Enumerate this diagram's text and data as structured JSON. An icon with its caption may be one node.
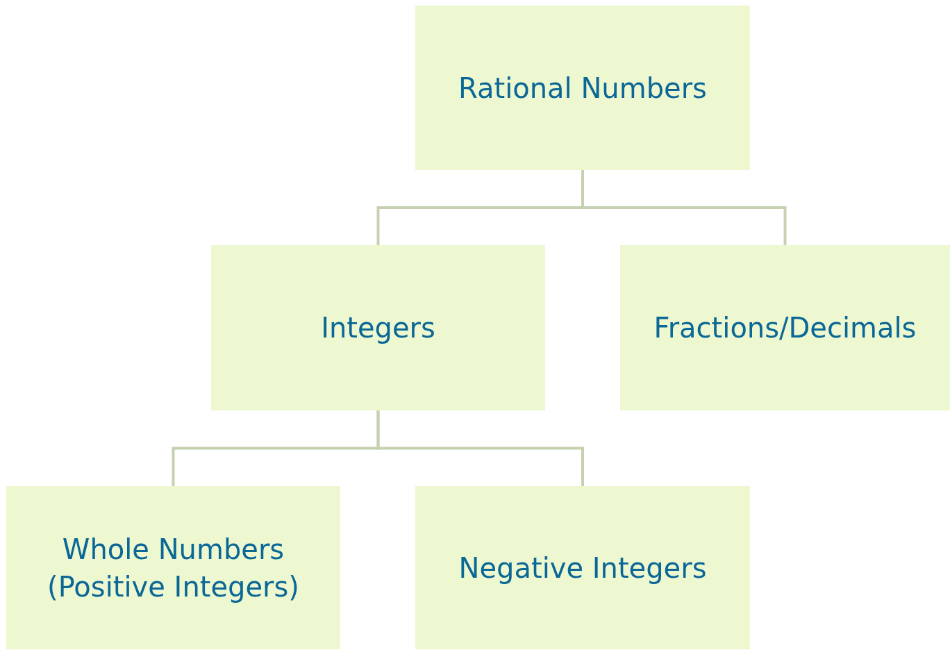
{
  "diagram": {
    "nodes": [
      {
        "text": [
          "Rational Numbers"
        ]
      },
      {
        "text": [
          "Integers"
        ]
      },
      {
        "text": [
          "Fractions/Decimals"
        ]
      },
      {
        "text": [
          "Whole Numbers (Positive Integers)"
        ]
      },
      {
        "text": [
          "Negative Integers"
        ]
      }
    ],
    "edges": [
      {
        "from": 0,
        "to": 1,
        "arrow": "none"
      },
      {
        "from": 0,
        "to": 2,
        "arrow": "none"
      },
      {
        "from": 1,
        "to": 3,
        "arrow": "none"
      },
      {
        "from": 1,
        "to": 4,
        "arrow": "none"
      }
    ]
  }
}
